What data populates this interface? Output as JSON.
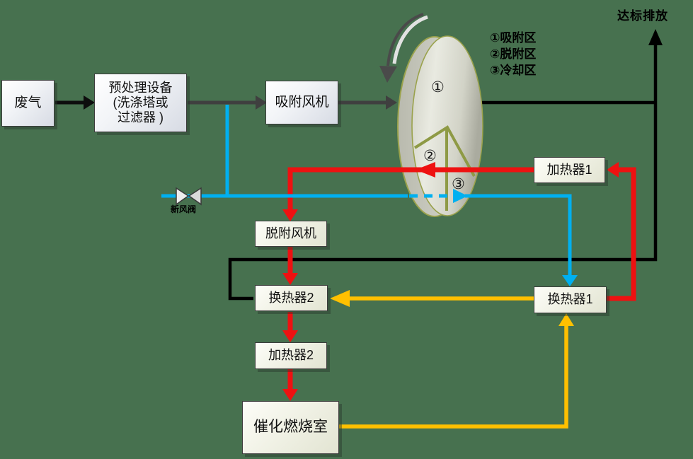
{
  "diagram": {
    "type": "process-flow",
    "background_color": "#47714f"
  },
  "colors": {
    "background": "#47714f",
    "waste_gas_line": "#0d0d0d",
    "clean_gas_line": "#000000",
    "hot_gas_line": "#ee1111",
    "fresh_air_line": "#00b0f0",
    "exhaust_heat_line": "#ffc000",
    "duct_line": "#3f3f3f",
    "wheel_border": "#9aa24c",
    "box_fill": "#f1f2e6"
  },
  "nodes": {
    "waste_gas": {
      "label": "废气"
    },
    "pretreatment": {
      "label": "预处理设备\n(洗涤塔或\n过滤器 )"
    },
    "adsorption_fan": {
      "label": "吸附风机"
    },
    "heater1": {
      "label": "加热器1"
    },
    "desorption_fan": {
      "label": "脱附风机"
    },
    "heat_exchanger2": {
      "label": "换热器2"
    },
    "heat_exchanger1": {
      "label": "换热器1"
    },
    "heater2": {
      "label": "加热器2"
    },
    "catalytic_chamber": {
      "label": "催化燃烧室"
    }
  },
  "wheel": {
    "zone1_symbol": "①",
    "zone2_symbol": "②",
    "zone3_symbol": "③"
  },
  "legend": {
    "items": [
      "①吸附区",
      "②脱附区",
      "③冷却区"
    ]
  },
  "labels": {
    "discharge": "达标排放",
    "fresh_air_valve": "新风阀"
  }
}
